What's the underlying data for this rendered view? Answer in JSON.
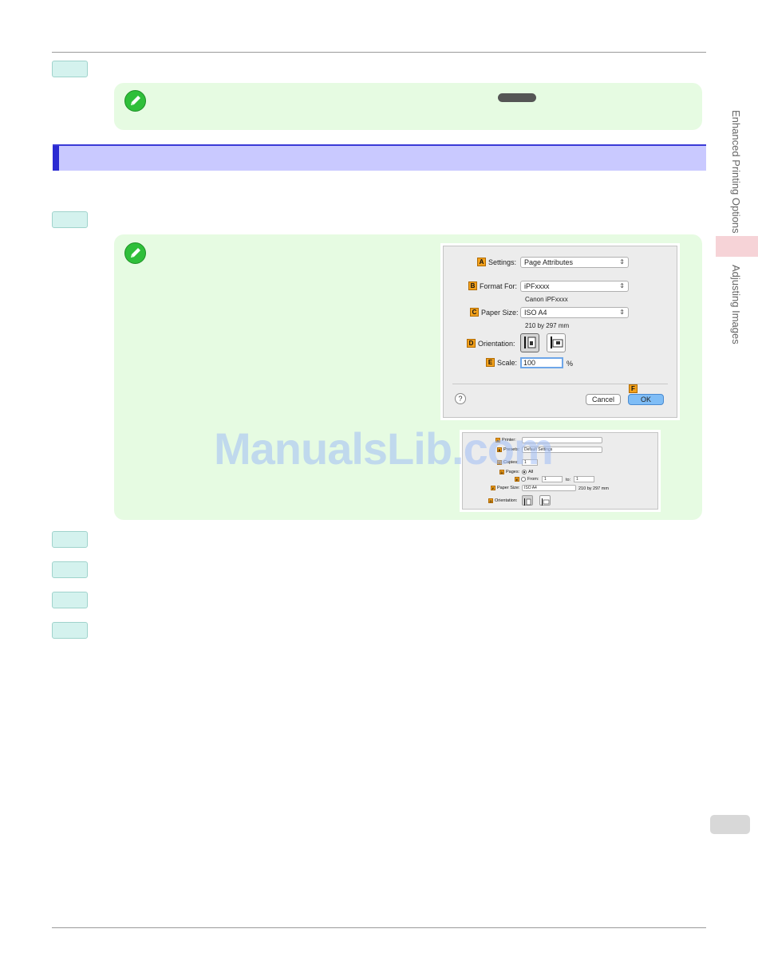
{
  "sidebar": {
    "section_label": "Enhanced Printing Options",
    "subsection_label": "Adjusting Images"
  },
  "dialog_page_setup": {
    "settings_label": "Settings:",
    "settings_value": "Page Attributes",
    "format_label": "Format For:",
    "format_value": "iPFxxxx",
    "format_sub": "Canon iPFxxxx",
    "paper_size_label": "Paper Size:",
    "paper_size_value": "ISO A4",
    "paper_size_sub": "210 by 297 mm",
    "orientation_label": "Orientation:",
    "scale_label": "Scale:",
    "scale_value": "100",
    "scale_unit": "%",
    "help_label": "?",
    "cancel_label": "Cancel",
    "ok_label": "OK",
    "letters": [
      "A",
      "B",
      "C",
      "D",
      "E",
      "F"
    ]
  },
  "dialog_print": {
    "printer_label": "Printer:",
    "presets_label": "Presets:",
    "presets_value": "Default Settings",
    "copies_label": "Copies:",
    "copies_value": "1",
    "pages_label": "Pages:",
    "pages_all": "All",
    "pages_from": "From:",
    "from_value": "1",
    "to_label": "to:",
    "to_value": "1",
    "paper_size_label": "Paper Size:",
    "paper_size_value": "ISO A4",
    "paper_size_sub": "210 by 297 mm",
    "orientation_label": "Orientation:",
    "letters": [
      "A",
      "B",
      "C",
      "D",
      "E",
      "F",
      "G"
    ]
  },
  "watermark": "ManualsLib.com",
  "colors": {
    "step_box": "#d4f2ee",
    "note_panel": "#e6fbe2",
    "section_bar": "#c9c9ff",
    "section_edge": "#2a2ad2",
    "letter_tag": "#f3a11c",
    "side_tab": "#f6d3d7"
  }
}
